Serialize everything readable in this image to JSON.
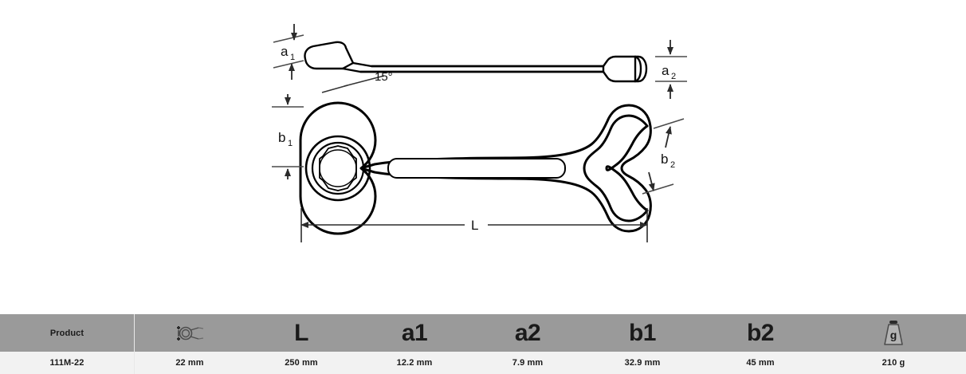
{
  "drawing": {
    "title": "combination-wrench-dimensioned-drawing",
    "angle_label": "15°",
    "dimensions": {
      "a1": "a",
      "a1_sub": "1",
      "a2": "a",
      "a2_sub": "2",
      "b1": "b",
      "b1_sub": "1",
      "b2": "b",
      "b2_sub": "2",
      "length": "L"
    },
    "line_color": "#000000",
    "dim_line_color": "#3a3a3a",
    "background": "#ffffff"
  },
  "table": {
    "header_bg": "#9a9a9a",
    "row_bg": "#f2f2f2",
    "text_color": "#1a1a1a",
    "columns": [
      {
        "key": "product",
        "label": "Product",
        "type": "text"
      },
      {
        "key": "size",
        "label": "",
        "type": "icon",
        "icon": "wrench-size-icon"
      },
      {
        "key": "l",
        "label": "L",
        "type": "dim"
      },
      {
        "key": "a1",
        "label": "a1",
        "type": "dim"
      },
      {
        "key": "a2",
        "label": "a2",
        "type": "dim"
      },
      {
        "key": "b1",
        "label": "b1",
        "type": "dim"
      },
      {
        "key": "b2",
        "label": "b2",
        "type": "dim"
      },
      {
        "key": "weight",
        "label": "g",
        "type": "icon",
        "icon": "weight-icon"
      }
    ],
    "rows": [
      {
        "product": "111M-22",
        "size": "22 mm",
        "l": "250 mm",
        "a1": "12.2 mm",
        "a2": "7.9 mm",
        "b1": "32.9 mm",
        "b2": "45 mm",
        "weight": "210 g"
      }
    ]
  }
}
